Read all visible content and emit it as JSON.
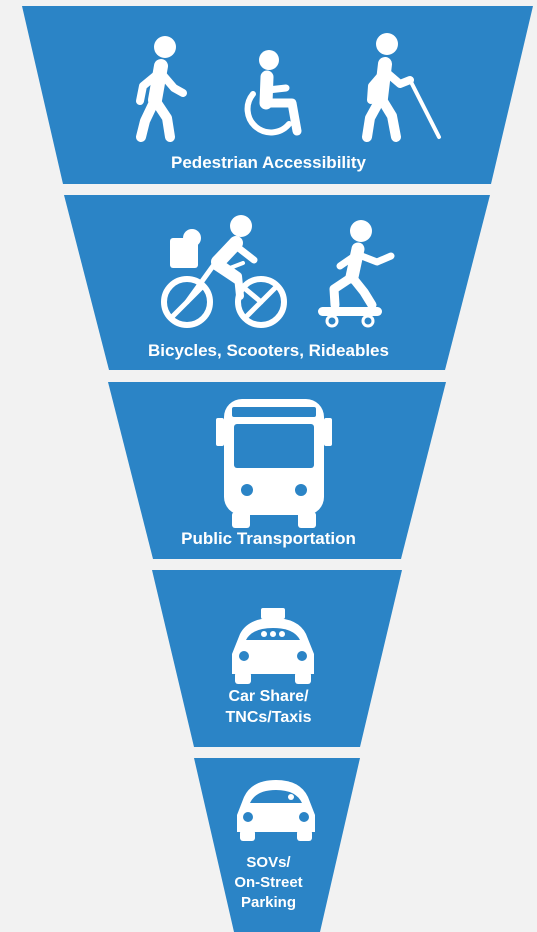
{
  "colors": {
    "band": "#2b84c6",
    "background": "#f2f2f2",
    "icon": "#ffffff"
  },
  "tiers": [
    {
      "label": "Pedestrian Accessibility",
      "icons": [
        "walking-person-icon",
        "wheelchair-user-icon",
        "person-with-cane-icon"
      ]
    },
    {
      "label": "Bicycles, Scooters, Rideables",
      "icons": [
        "tandem-bicycle-icon",
        "skateboarder-icon"
      ]
    },
    {
      "label": "Public Transportation",
      "icons": [
        "bus-icon"
      ]
    },
    {
      "label_lines": [
        "Car Share/",
        "TNCs/Taxis"
      ],
      "icons": [
        "taxi-icon"
      ]
    },
    {
      "label_lines": [
        "SOVs/",
        "On-Street",
        "Parking"
      ],
      "icons": [
        "car-icon"
      ]
    }
  ]
}
